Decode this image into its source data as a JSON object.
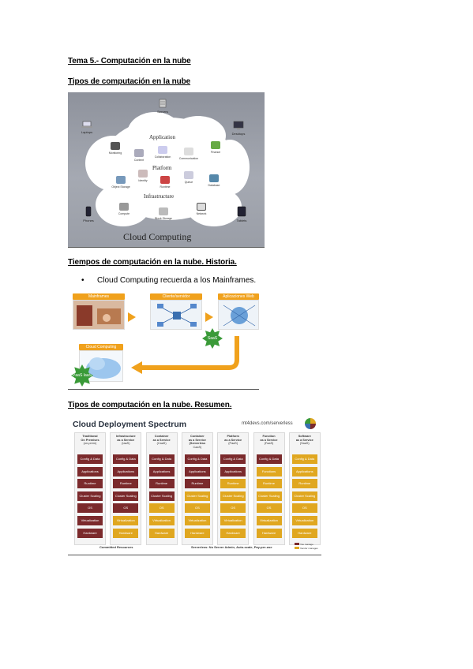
{
  "headings": {
    "h1": "Tema 5.- Computación en la nube",
    "h2": "Tipos de computación en la nube",
    "h3": "Tiempos de computación en la nube. Historia.",
    "h4": "Tipos de computación en la nube. Resumen."
  },
  "bullet": {
    "symbol": "•",
    "text": "Cloud Computing recuerda a los Mainframes."
  },
  "figure_cloud": {
    "title": "Cloud Computing",
    "layers": [
      "Application",
      "Platform",
      "Infrastructure"
    ],
    "devices": [
      "Servers",
      "Laptops",
      "Desktops",
      "Phones",
      "Tablets"
    ],
    "app_items": [
      "Monitoring",
      "Content",
      "Collaboration",
      "Communication",
      "Finance"
    ],
    "platform_items": [
      "Object Storage",
      "Identity",
      "Runtime",
      "Queue",
      "Database"
    ],
    "infra_items": [
      "Compute",
      "Block Storage",
      "Network"
    ]
  },
  "figure_history": {
    "stages": [
      "Mainframes",
      "Cliente/servidor",
      "Aplicaciones Web",
      "Cloud Computing"
    ],
    "badges": [
      "SaaS",
      "PaaS IaaS"
    ],
    "colors": {
      "accent": "#f0a11c",
      "badge": "#3a9a38"
    }
  },
  "figure_spectrum": {
    "title": "Cloud Deployment Spectrum",
    "url": "mt4devs.com/serverless",
    "columns": [
      {
        "header": [
          "Traditional",
          "On Premises",
          "(on-prem)"
        ],
        "managed_from": 9
      },
      {
        "header": [
          "Infrastructure",
          "as a Service",
          "(IaaS)"
        ],
        "managed_from": 5
      },
      {
        "header": [
          "Container",
          "as a Service",
          "(CaaS)"
        ],
        "managed_from": 4
      },
      {
        "header": [
          "Container",
          "as a Service",
          "(Serverless",
          "CaaS)"
        ],
        "managed_from": 3
      },
      {
        "header": [
          "Platform",
          "as a Service",
          "(PaaS)"
        ],
        "managed_from": 2
      },
      {
        "header": [
          "Function",
          "as a Service",
          "(FaaS)"
        ],
        "managed_from": 1
      },
      {
        "header": [
          "Software",
          "as a Service",
          "(SaaS)"
        ],
        "managed_from": 0
      }
    ],
    "layers": [
      "Config & Data",
      "Applications",
      "Runtime",
      "Cluster Scaling",
      "OS",
      "Virtualization",
      "Hardware"
    ],
    "function_label": "Functions",
    "footer_left": "Committed Resources",
    "footer_right": "Serverless: No Server Admin, Auto-scale, Pay-per-use",
    "legend": [
      "You manage",
      "Vendor manages"
    ],
    "colors": {
      "you": "#7b2a2c",
      "vendor": "#e0a720"
    }
  }
}
